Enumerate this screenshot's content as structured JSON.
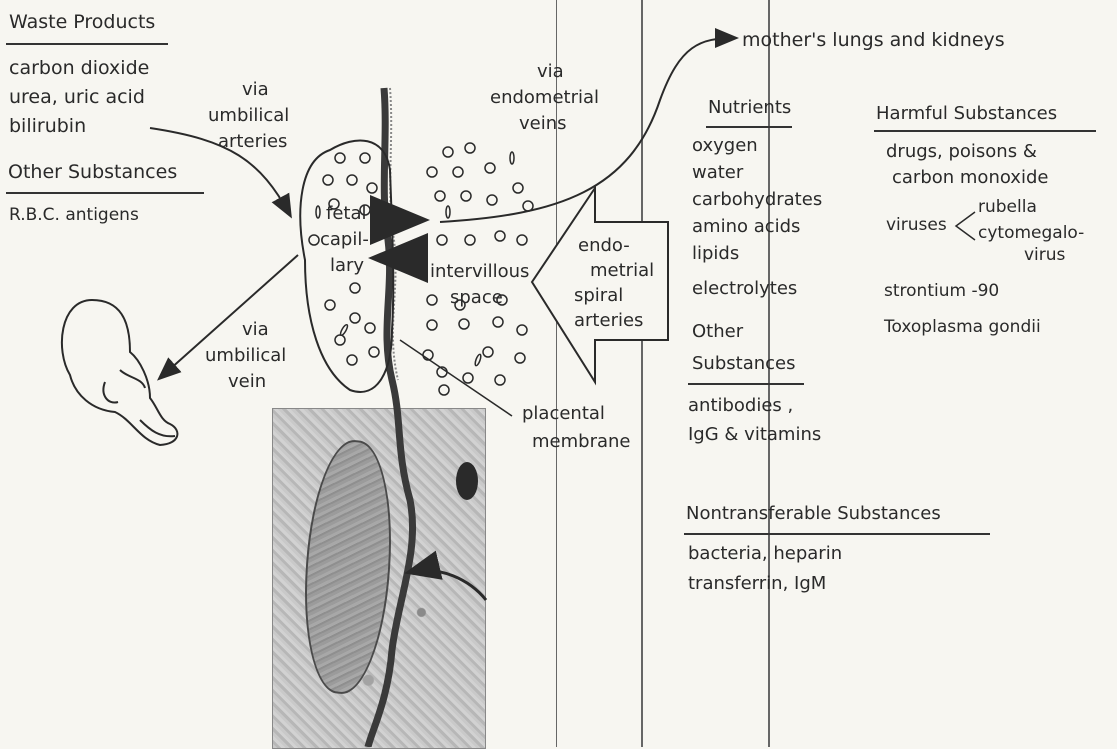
{
  "left_panel": {
    "waste_heading": "Waste Products",
    "waste_items": [
      "carbon dioxide",
      "urea, uric acid",
      "bilirubin"
    ],
    "other_heading": "Other Substances",
    "other_items": [
      "R.B.C. antigens"
    ]
  },
  "labels": {
    "via_umbilical_arteries": [
      "via",
      "umbilical",
      "arteries"
    ],
    "via_endometrial_veins": [
      "via",
      "endometrial",
      "veins"
    ],
    "mothers_lungs": "mother's lungs and kidneys",
    "fetal_capillary": [
      "fetal",
      "capil-",
      "lary"
    ],
    "intervillous_space": [
      "intervillous",
      "space"
    ],
    "endometrial_spiral_arteries": [
      "endo-",
      "metrial",
      "spiral",
      "arteries"
    ],
    "via_umbilical_vein": [
      "via",
      "umbilical",
      "vein"
    ],
    "placental_membrane": [
      "placental",
      "membrane"
    ]
  },
  "nutrients": {
    "heading": "Nutrients",
    "items": [
      "oxygen",
      "water",
      "carbohydrates",
      "amino acids",
      "lipids",
      "electrolytes"
    ]
  },
  "other_substances": {
    "heading": [
      "Other",
      "Substances"
    ],
    "items": [
      "antibodies ,",
      "IgG & vitamins"
    ]
  },
  "harmful": {
    "heading": "Harmful Substances",
    "items": [
      "drugs, poisons &",
      "carbon monoxide"
    ],
    "viruses_label": "viruses",
    "virus_items": [
      "rubella",
      "cytomegalo-",
      "virus"
    ],
    "more_items": [
      "strontium -90",
      "Toxoplasma gondii"
    ]
  },
  "nontransferable": {
    "heading": "Nontransferable Substances",
    "items": [
      "bacteria, heparin",
      "transferrin, IgM"
    ]
  },
  "colors": {
    "ink": "#2a2a2a",
    "paper": "#f7f6f1"
  }
}
